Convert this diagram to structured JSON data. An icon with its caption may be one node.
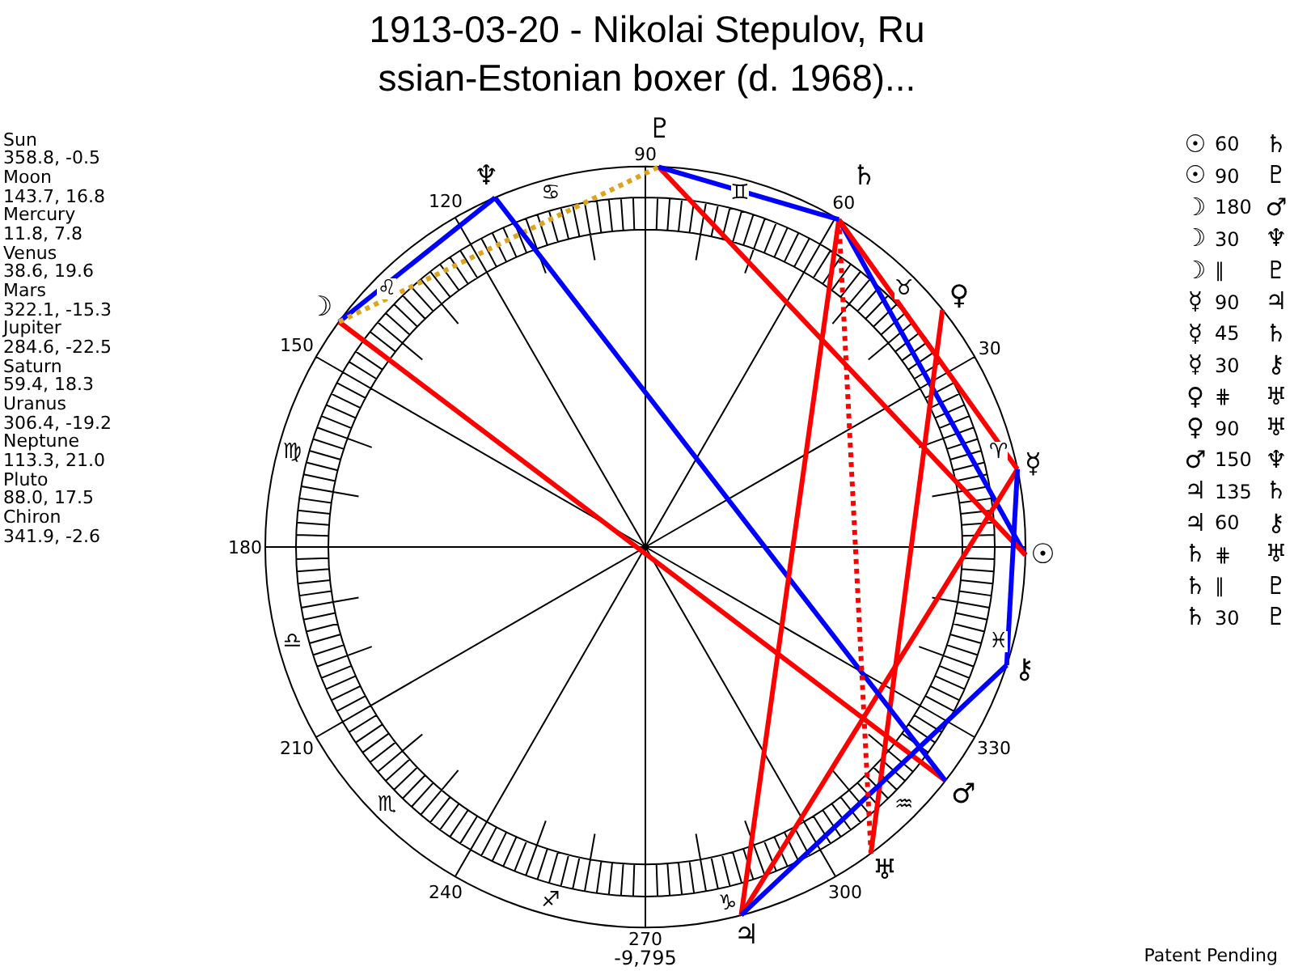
{
  "diagram": {
    "title": "1913-03-20 - Nikolai Stepulov, Ru ssian-Estonian boxer (d. 1968)...",
    "nodes": [
      {
        "text": [
          "☉"
        ]
      },
      {
        "text": [
          "☽"
        ]
      },
      {
        "text": [
          "☿"
        ]
      },
      {
        "text": [
          "♀"
        ]
      },
      {
        "text": [
          "♂"
        ]
      },
      {
        "text": [
          "♃"
        ]
      },
      {
        "text": [
          "♄"
        ]
      },
      {
        "text": [
          "♅"
        ]
      },
      {
        "text": [
          "♆"
        ]
      },
      {
        "text": [
          "♇"
        ]
      },
      {
        "text": [
          "⚷"
        ]
      }
    ],
    "edges": [
      {
        "from": 0,
        "to": 6,
        "arrow": "none",
        "color": "#0000ff"
      },
      {
        "from": 0,
        "to": 9,
        "arrow": "none",
        "color": "#ff0000"
      },
      {
        "from": 1,
        "to": 4,
        "arrow": "none",
        "color": "#ff0000"
      },
      {
        "from": 1,
        "to": 8,
        "arrow": "none",
        "color": "#0000ff"
      },
      {
        "from": 1,
        "to": 9,
        "arrow": "none",
        "style": "dashed",
        "color": "#daa520"
      },
      {
        "from": 2,
        "to": 5,
        "arrow": "none",
        "color": "#ff0000"
      },
      {
        "from": 2,
        "to": 6,
        "arrow": "none",
        "color": "#ff0000"
      },
      {
        "from": 2,
        "to": 10,
        "arrow": "none",
        "color": "#0000ff"
      },
      {
        "from": 3,
        "to": 7,
        "arrow": "none",
        "color": "#ff0000"
      },
      {
        "from": 4,
        "to": 8,
        "arrow": "none",
        "color": "#0000ff"
      },
      {
        "from": 5,
        "to": 6,
        "arrow": "none",
        "color": "#ff0000"
      },
      {
        "from": 5,
        "to": 10,
        "arrow": "none",
        "color": "#0000ff"
      },
      {
        "from": 6,
        "to": 7,
        "arrow": "none",
        "style": "dashed",
        "color": "#ff0000"
      },
      {
        "from": 6,
        "to": 9,
        "arrow": "none",
        "color": "#0000ff"
      }
    ],
    "labels": [
      "Sun",
      "358.8, -0.5",
      "Moon",
      "143.7, 16.8",
      "Mercury",
      "11.8, 7.8",
      "Venus",
      "38.6, 19.6",
      "Mars",
      "322.1, -15.3",
      "Jupiter",
      "284.6, -22.5",
      "Saturn",
      "59.4, 18.3",
      "Uranus",
      "306.4, -19.2",
      "Neptune",
      "113.3, 21.0",
      "Pluto",
      "88.0, 17.5",
      "Chiron",
      "341.9, -2.6",
      "☉",
      "60",
      "♄",
      "☉",
      "90",
      "♇",
      "☽",
      "180",
      "♂",
      "☽",
      "30",
      "♆",
      "☽",
      "∥",
      "♇",
      "☿",
      "90",
      "♃",
      "☿",
      "45",
      "♄",
      "☿",
      "30",
      "⚷",
      "♀",
      "⋕",
      "♅",
      "♀",
      "90",
      "♅",
      "♂",
      "150",
      "♆",
      "♃",
      "135",
      "♄",
      "♃",
      "60",
      "⚷",
      "♄",
      "⋕",
      "♅",
      "♄",
      "∥",
      "♇",
      "♄",
      "30",
      "♇",
      "90",
      "120",
      "60",
      "150",
      "30",
      "180",
      "210",
      "330",
      "240",
      "300",
      "270",
      "♋",
      "♊",
      "♌",
      "♉",
      "♍",
      "♈",
      "♎",
      "♓",
      "♏",
      "♒",
      "♐",
      "♑",
      "-9,795",
      "Patent Pending"
    ]
  }
}
